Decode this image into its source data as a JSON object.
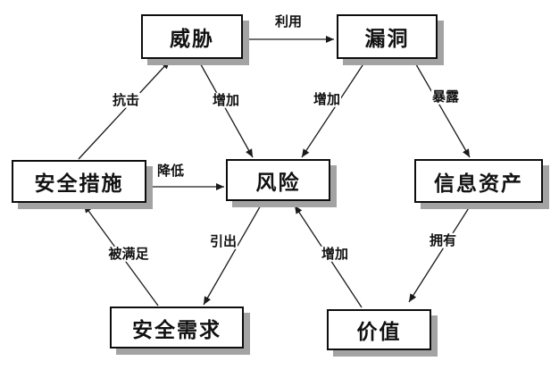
{
  "diagram": {
    "background_color": "#ffffff",
    "box_fill": "#ffffff",
    "box_border_color": "#0d0d0d",
    "shadow_color": "#a3a3a3",
    "text_color": "#111111",
    "nodes": [
      {
        "id": "threat",
        "label": "威胁"
      },
      {
        "id": "vulnerability",
        "label": "漏洞"
      },
      {
        "id": "security-measures",
        "label": "安全措施"
      },
      {
        "id": "risk",
        "label": "风险"
      },
      {
        "id": "information-assets",
        "label": "信息资产"
      },
      {
        "id": "security-requirements",
        "label": "安全需求"
      },
      {
        "id": "value",
        "label": "价值"
      }
    ],
    "edges": [
      {
        "from": "威胁",
        "to": "漏洞",
        "label": "利用"
      },
      {
        "from": "安全措施",
        "to": "威胁",
        "label": "抗击"
      },
      {
        "from": "威胁",
        "to": "风险",
        "label": "增加"
      },
      {
        "from": "漏洞",
        "to": "风险",
        "label": "增加"
      },
      {
        "from": "漏洞",
        "to": "信息资产",
        "label": "暴露"
      },
      {
        "from": "安全措施",
        "to": "风险",
        "label": "降低"
      },
      {
        "from": "安全需求",
        "to": "安全措施",
        "label": "被满足"
      },
      {
        "from": "风险",
        "to": "安全需求",
        "label": "引出"
      },
      {
        "from": "价值",
        "to": "风险",
        "label": "增加"
      },
      {
        "from": "信息资产",
        "to": "价值",
        "label": "拥有"
      }
    ]
  }
}
